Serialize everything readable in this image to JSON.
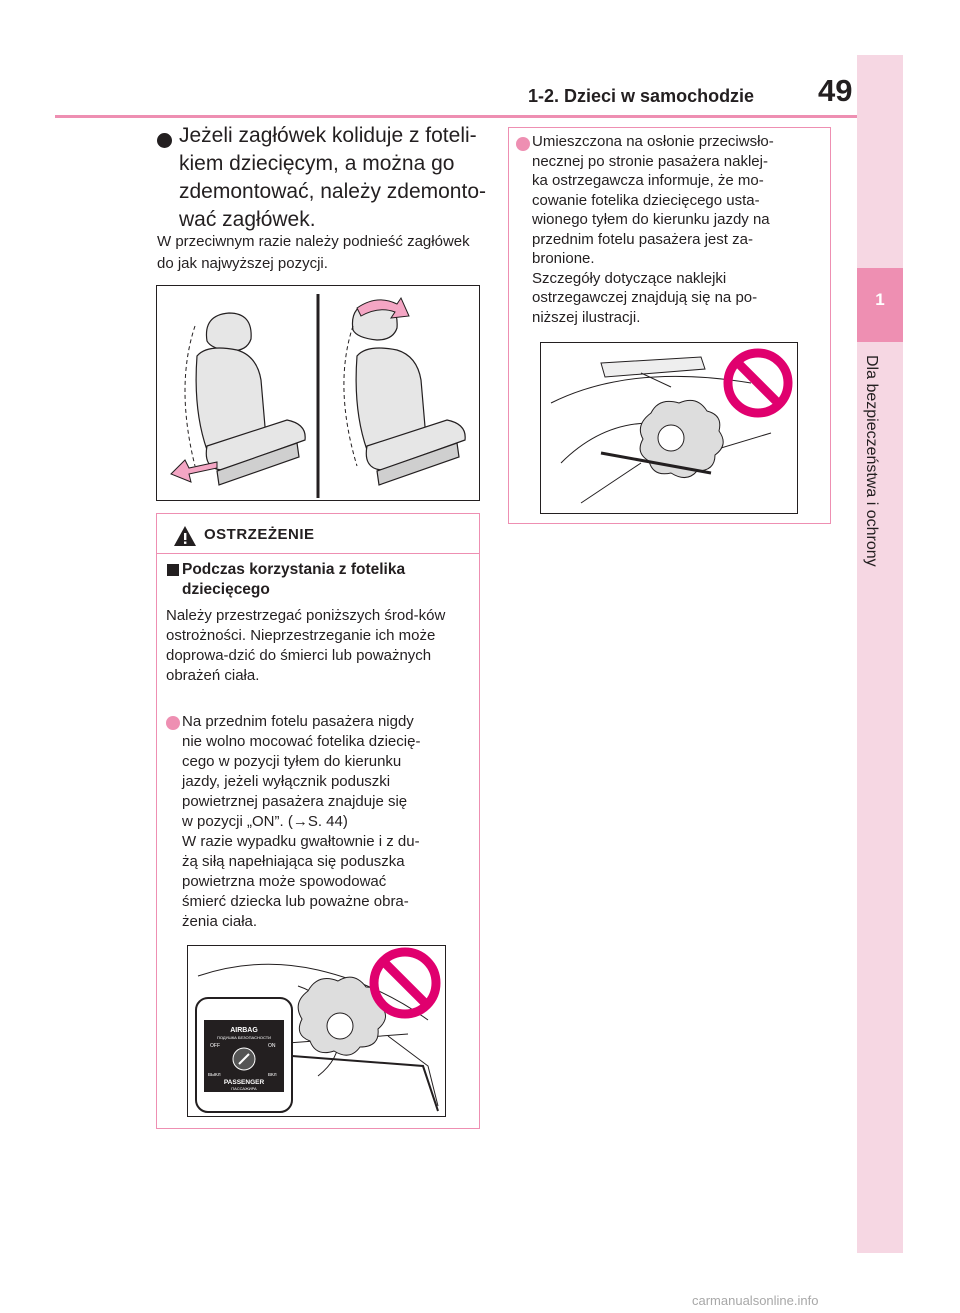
{
  "header": {
    "section_heading": "1-2. Dzieci w samochodzie",
    "page_number": "49"
  },
  "side_tab": {
    "chapter_number": "1",
    "chapter_title": "Dla bezpieczeństwa i ochrony"
  },
  "left": {
    "heading": "Jeżeli zagłówek koliduje z foteli-kiem dziecięcym, a można go zdemontować, należy zdemonto-wać zagłówek.",
    "body": "W przeciwnym razie należy podnieść zagłówek do jak najwyższej pozycji."
  },
  "warning": {
    "title": "OSTRZEŻENIE",
    "subheading": "Podczas korzystania z fotelika dziecięcego",
    "intro": "Należy przestrzegać poniższych środ-ków ostrożności. Nieprzestrzeganie ich może doprowa-dzić do śmierci lub poważnych obrażeń ciała.",
    "item": "Na przednim fotelu pasażera nigdy\nnie wolno mocować fotelika dziecię-\ncego w pozycji tyłem do kierunku\njazdy, jeżeli wyłącznik poduszki\npowietrznej pasażera znajduje się\nw pozycji „ON”. (→S. 44)\nW razie wypadku gwałtownie i z du-\nżą siłą napełniająca się poduszka\npowietrzna może spowodować\nśmierć dziecka lub poważne obra-\nżenia ciała."
  },
  "airbag_panel": {
    "label_top": "AIRBAG",
    "label_top_ru": "ПОДУШКА БЕЗОПАСНОСТИ",
    "off": "OFF",
    "on": "ON",
    "off_ru": "ВЫКЛ",
    "on_ru": "ВКЛ",
    "label_bottom": "PASSENGER",
    "label_bottom_ru": "ПАССАЖИРА"
  },
  "info": {
    "text": "Umieszczona na osłonie przeciwsło-\nnecznej po stronie pasażera naklej-\nka ostrzegawcza informuje, że mo-\ncowanie fotelika dziecięcego usta-\nwionego tyłem do kierunku jazdy na\nprzednim fotelu pasażera jest za-\nbronione.\n Szczegóły dotyczące naklejki\n ostrzegawczej znajdują się na po-\n niższej ilustracji."
  },
  "watermark": "carmanualsonline.info",
  "colors": {
    "accent": "#ee8fb2",
    "tab_bg": "#f6d7e3",
    "prohibit": "#e0006e"
  }
}
